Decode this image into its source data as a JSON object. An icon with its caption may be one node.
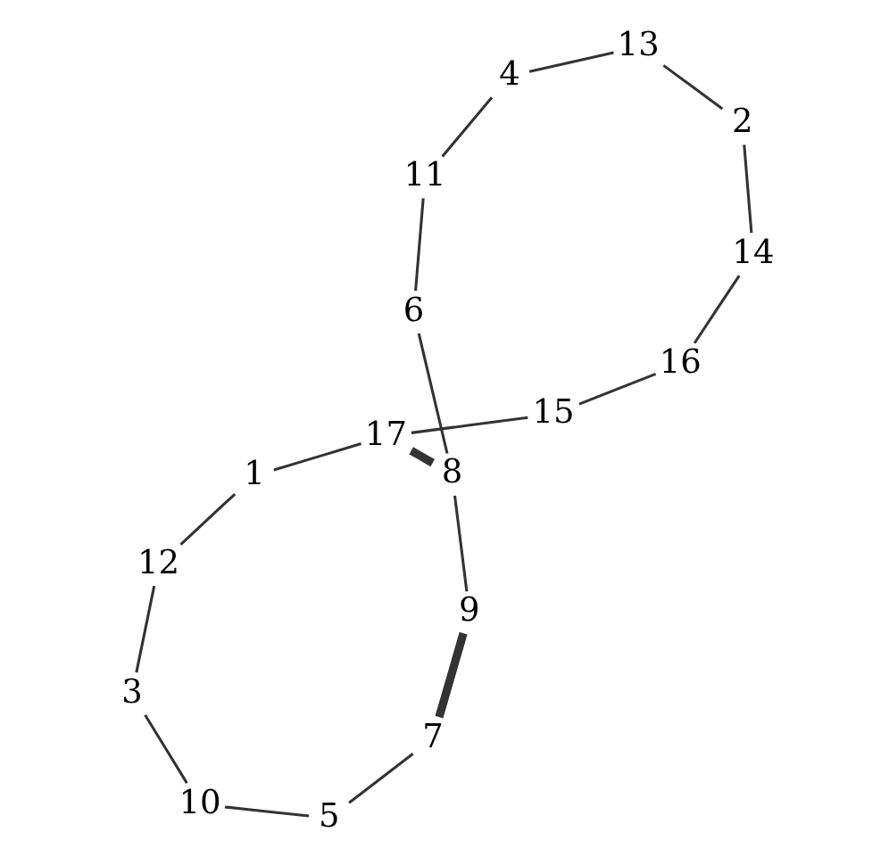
{
  "diagram": {
    "nodes": [
      {
        "text": [
          "1"
        ]
      },
      {
        "text": [
          "2"
        ]
      },
      {
        "text": [
          "3"
        ]
      },
      {
        "text": [
          "4"
        ]
      },
      {
        "text": [
          "5"
        ]
      },
      {
        "text": [
          "6"
        ]
      },
      {
        "text": [
          "7"
        ]
      },
      {
        "text": [
          "8"
        ]
      },
      {
        "text": [
          "9"
        ]
      },
      {
        "text": [
          "10"
        ]
      },
      {
        "text": [
          "11"
        ]
      },
      {
        "text": [
          "12"
        ]
      },
      {
        "text": [
          "13"
        ]
      },
      {
        "text": [
          "14"
        ]
      },
      {
        "text": [
          "15"
        ]
      },
      {
        "text": [
          "16"
        ]
      },
      {
        "text": [
          "17"
        ]
      }
    ],
    "edges": [
      {
        "from": 14,
        "to": 15,
        "arrow": "none"
      },
      {
        "from": 15,
        "to": 13,
        "arrow": "none"
      },
      {
        "from": 13,
        "to": 1,
        "arrow": "none"
      },
      {
        "from": 1,
        "to": 12,
        "arrow": "none"
      },
      {
        "from": 12,
        "to": 3,
        "arrow": "none"
      },
      {
        "from": 3,
        "to": 10,
        "arrow": "none"
      },
      {
        "from": 10,
        "to": 5,
        "arrow": "none"
      },
      {
        "from": 5,
        "to": 7,
        "arrow": "none"
      },
      {
        "from": 7,
        "to": 16,
        "arrow": "none",
        "style": "thick"
      },
      {
        "from": 7,
        "to": 8,
        "arrow": "none"
      },
      {
        "from": 8,
        "to": 6,
        "arrow": "none",
        "style": "thick"
      },
      {
        "from": 6,
        "to": 4,
        "arrow": "none"
      },
      {
        "from": 4,
        "to": 9,
        "arrow": "none"
      },
      {
        "from": 9,
        "to": 2,
        "arrow": "none"
      },
      {
        "from": 2,
        "to": 11,
        "arrow": "none"
      },
      {
        "from": 11,
        "to": 0,
        "arrow": "none"
      },
      {
        "from": 0,
        "to": 16,
        "arrow": "none"
      },
      {
        "from": 16,
        "to": 14,
        "arrow": "none"
      }
    ]
  }
}
